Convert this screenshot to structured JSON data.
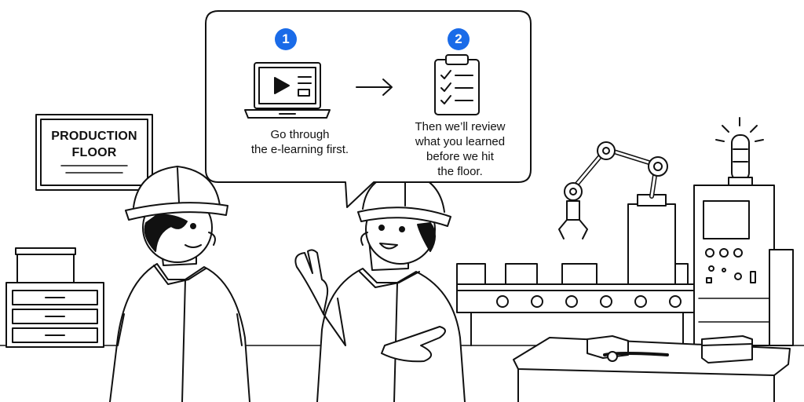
{
  "sign": {
    "line1": "PRODUCTION",
    "line2": "FLOOR"
  },
  "bubble": {
    "steps": [
      {
        "number": "1",
        "icon": "laptop-video-icon",
        "text_line1": "Go through",
        "text_line2": "the e-learning first."
      },
      {
        "number": "2",
        "icon": "clipboard-checklist-icon",
        "text_line1": "Then we’ll review",
        "text_line2": "what you learned",
        "text_line3": "before we hit",
        "text_line4": "the floor."
      }
    ],
    "connector_icon": "arrow-right-icon"
  },
  "colors": {
    "badge": "#1a6be8",
    "ink": "#111111",
    "background": "#ffffff"
  }
}
